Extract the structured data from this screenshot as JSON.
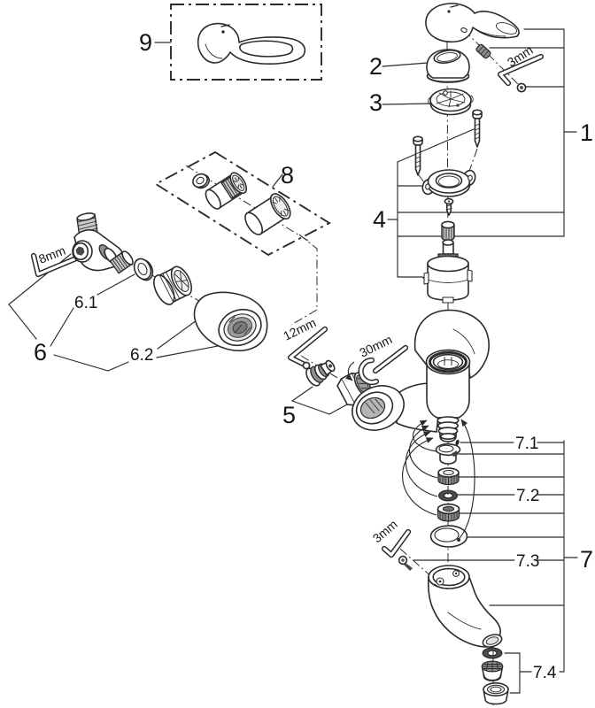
{
  "figure": {
    "background": "#ffffff",
    "ink": "#2b2b2b",
    "kind": "exploded-parts-diagram"
  },
  "callouts": {
    "c1": "1",
    "c2": "2",
    "c3": "3",
    "c4": "4",
    "c5": "5",
    "c6": "6",
    "c6_1": "6.1",
    "c6_2": "6.2",
    "c7": "7",
    "c7_1": "7.1",
    "c7_2": "7.2",
    "c7_3": "7.3",
    "c7_4": "7.4",
    "c8": "8",
    "c9": "9"
  },
  "tools": {
    "hex_top": "3mm",
    "hex_left": "8mm",
    "hex_mid": "12mm",
    "wrench": "30mm",
    "hex_bottom": "3mm"
  }
}
